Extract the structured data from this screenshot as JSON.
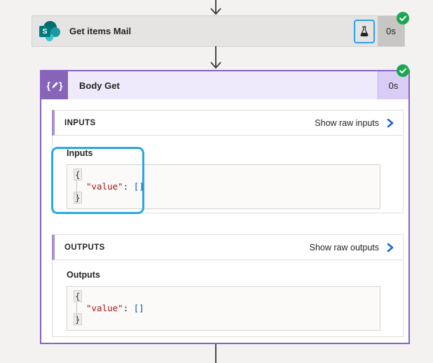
{
  "flow": {
    "node_collapsed": {
      "title": "Get items Mail",
      "duration": "0s",
      "status": "succeeded",
      "connector": "sharepoint",
      "sharepoint_letter": "S",
      "icons": {
        "test": "flask-icon",
        "status": "check-icon"
      }
    },
    "node_expanded": {
      "title": "Body Get",
      "duration": "0s",
      "status": "succeeded",
      "icon_open_brace": "{",
      "icon_close_brace": "}",
      "sections": {
        "inputs": {
          "header": "INPUTS",
          "link_label": "Show raw inputs",
          "panel_label": "Inputs",
          "code": {
            "open_brace": "{",
            "key": "\"value\"",
            "colon": ":",
            "value": "[]",
            "close_brace": "}"
          }
        },
        "outputs": {
          "header": "OUTPUTS",
          "link_label": "Show raw outputs",
          "panel_label": "Outputs",
          "code": {
            "open_brace": "{",
            "key": "\"value\"",
            "colon": ":",
            "value": "[]",
            "close_brace": "}"
          }
        }
      }
    }
  },
  "colors": {
    "annotation_blue": "#29a8e2",
    "success_green": "#1ba750",
    "node_purple": "#8661c5",
    "icon_purple": "#8764b8",
    "json_key_red": "#a31515",
    "json_value_blue": "#0451a5",
    "collapsed_gray": "#e6e4e2",
    "duration_gray": "#c8c6c4"
  }
}
